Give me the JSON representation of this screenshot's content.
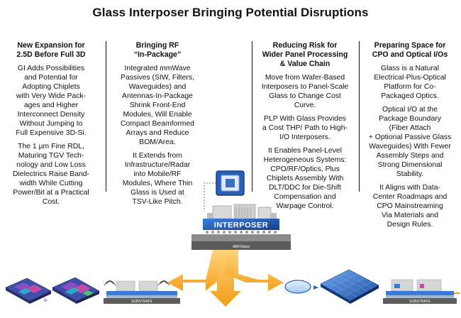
{
  "title": "Glass Interposer Bringing Potential Disruptions",
  "columns": [
    {
      "heading": [
        "New Expansion for",
        "2.5D Before Full 3D"
      ],
      "paragraphs": [
        [
          "GI Adds Possibilities",
          "and Potential for",
          "Adopting Chiplets",
          "with Very Wide Pack-",
          "ages and Higher",
          "Interconnect Density",
          "Without Jumping to",
          "Full Expensive 3D-Si."
        ],
        [
          "The 1 µm Fine RDL,",
          "Maturing TGV Tech-",
          "nology and Low Loss",
          "Dielectrics Raise Band-",
          "width While Cutting",
          "Power/Bit at a Practical",
          "Cost."
        ]
      ]
    },
    {
      "heading": [
        "Bringing RF",
        "“In-Package”"
      ],
      "paragraphs": [
        [
          "Integrated mmWave",
          "Passives (SIW, Filters,",
          "Waveguides) and",
          "Antennas-In-Package",
          "Shrink Front-End",
          "Modules, Will Enable",
          "Compact Beamformed",
          "Arrays and Reduce",
          "BOM/Area."
        ],
        [
          "It Extends from",
          "Infrastructure/Radar",
          "into Mobile/RF",
          "Modules, Where Thin",
          "Glass is Used at",
          "TSV-Like Pitch."
        ]
      ]
    },
    {
      "heading": [
        "Reducing Risk for",
        "Wider Panel Processing",
        "& Value Chain"
      ],
      "paragraphs": [
        [
          "Move from Wafer-Based",
          "Interposers to Panel-Scale",
          "Glass to Change Cost",
          "Curve."
        ],
        [
          "PLP With Glass Provides",
          "a Cost THP/ Path to High-",
          "I/O Interposers."
        ],
        [
          "It Enables Panel-Level",
          "Heterogeneous Systems:",
          "CPO/RF/Optics, Plus",
          "Chiplets Assembly With",
          "DLT/DDC for Die-Shift",
          "Compensation and",
          "Warpage Control."
        ]
      ]
    },
    {
      "heading": [
        "Preparing Space for",
        "CPO and Optical I/Os"
      ],
      "paragraphs": [
        [
          "Glass is a Natural",
          "Electrical-Plus-Optical",
          "Platform for Co-",
          "Packaged Optics."
        ],
        [
          "Optical I/O at the",
          "Package Boundary",
          "(Fiber Attach",
          "+ Optional Passive Glass",
          "Waveguides) With Fewer",
          "Assembly Steps and",
          "Strong Dimensional",
          "Stability."
        ],
        [
          "It Aligns with Data-",
          "Center Roadmaps and",
          "CPO Mainstreaming",
          "Via Materials and",
          "Design Rules."
        ]
      ]
    }
  ],
  "center_graphic": {
    "interposer_label": "INTERPOSER",
    "substrate_label": "ABF/Glass"
  },
  "bottom_figures": {
    "substrate_label": "SUBSTRATE"
  },
  "colors": {
    "arrow": "#f5a623",
    "interposer_blue": "#1f5fb8",
    "chip_blue": "#2e6fd1",
    "substrate_dark": "#5c5c5c",
    "text": "#111111"
  }
}
